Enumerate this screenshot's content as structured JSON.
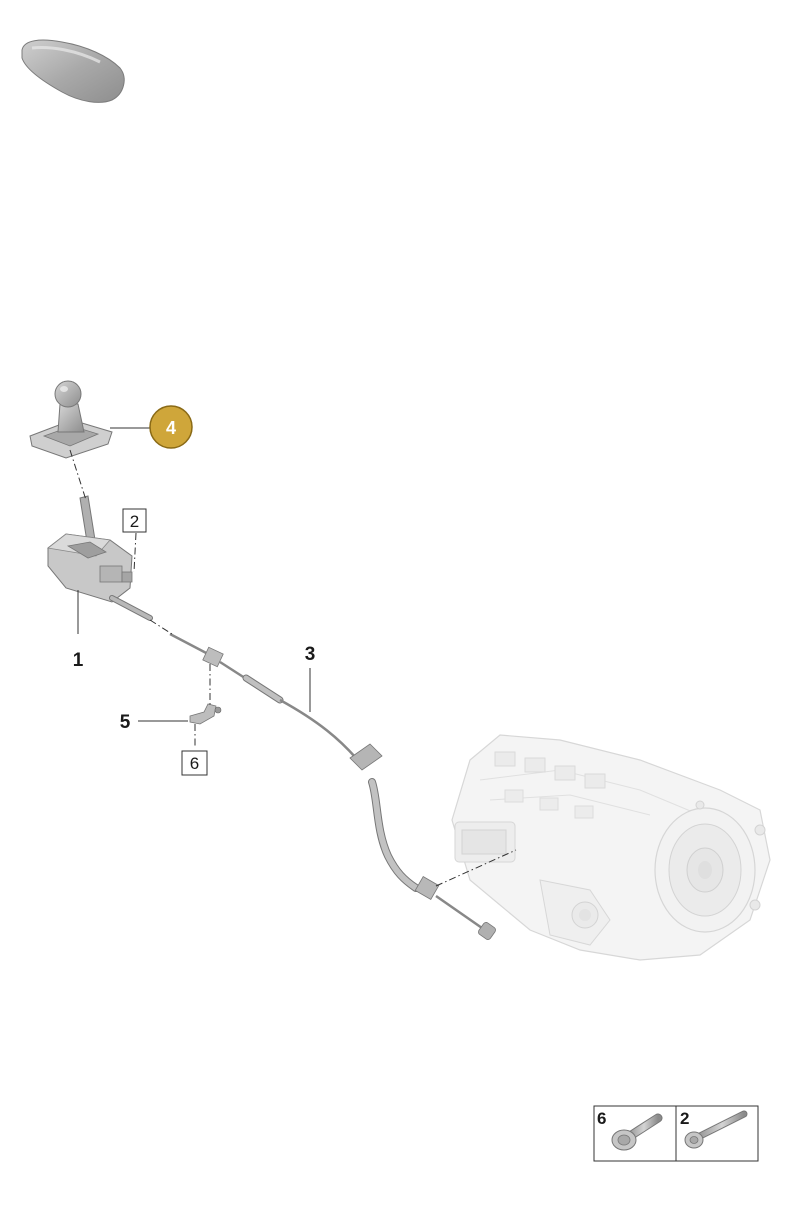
{
  "callouts": {
    "part_1": "1",
    "part_2": "2",
    "part_3": "3",
    "part_4": "4",
    "part_5": "5",
    "part_6": "6"
  },
  "legend": {
    "left_number": "6",
    "right_number": "2"
  },
  "colors": {
    "badge_fill": "#cfa63a",
    "badge_stroke": "#8a6a16",
    "part_grey": "#b9b9b9",
    "transmission_grey": "#e6e6e6"
  }
}
